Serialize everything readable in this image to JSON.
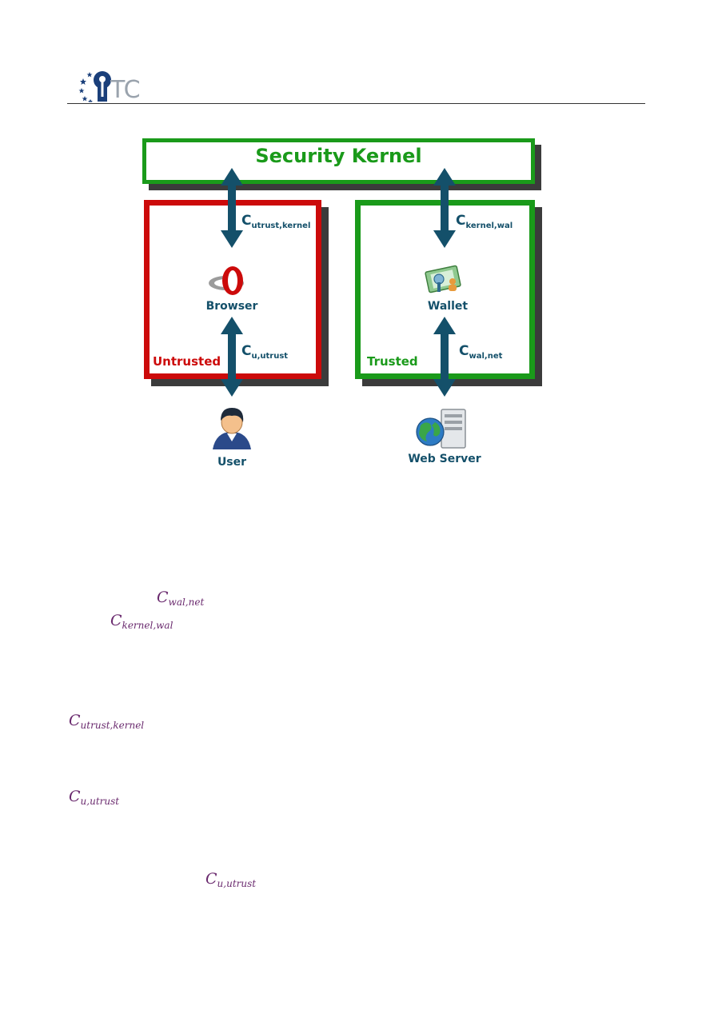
{
  "header": {
    "logo_text": "TC",
    "logo_icon": "keyhole-stars-logo"
  },
  "diagram": {
    "kernel_title": "Security Kernel",
    "untrusted_label": "Untrusted",
    "trusted_label": "Trusted",
    "browser_label": "Browser",
    "wallet_label": "Wallet",
    "user_label": "User",
    "webserver_label": "Web Server",
    "channels": {
      "utrust_kernel": {
        "base": "C",
        "sub": "utrust,kernel"
      },
      "kernel_wal": {
        "base": "C",
        "sub": "kernel,wal"
      },
      "u_utrust": {
        "base": "C",
        "sub": "u,utrust"
      },
      "wal_net": {
        "base": "C",
        "sub": "wal,net"
      }
    },
    "icons": [
      "opera-browser-icon",
      "wallet-icon",
      "user-avatar-icon",
      "web-server-icon"
    ],
    "colors": {
      "trusted": "#1a9a1a",
      "untrusted": "#cc0a0a",
      "arrow": "#14506a",
      "math": "#6a2a6e"
    }
  },
  "body_math": [
    {
      "base": "C",
      "sub": "wal,net"
    },
    {
      "base": "C",
      "sub": "kernel,wal"
    },
    {
      "base": "C",
      "sub": "utrust,kernel"
    },
    {
      "base": "C",
      "sub": "u,utrust"
    },
    {
      "base": "C",
      "sub": "u,utrust"
    }
  ]
}
